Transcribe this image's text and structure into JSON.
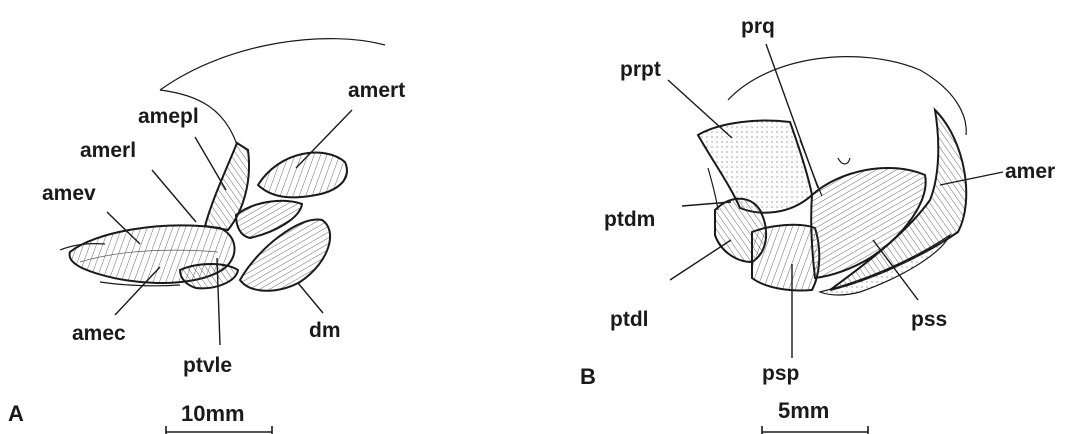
{
  "panel_a": {
    "letter": "A",
    "scale_label": "10mm",
    "labels": {
      "amert": "amert",
      "amepl": "amepl",
      "amerl": "amerl",
      "amev": "amev",
      "amec": "amec",
      "ptvle": "ptvle",
      "dm": "dm"
    }
  },
  "panel_b": {
    "letter": "B",
    "scale_label": "5mm",
    "labels": {
      "prq": "prq",
      "prpt": "prpt",
      "amer": "amer",
      "ptdm": "ptdm",
      "ptdl": "ptdl",
      "psp": "psp",
      "pss": "pss"
    }
  }
}
